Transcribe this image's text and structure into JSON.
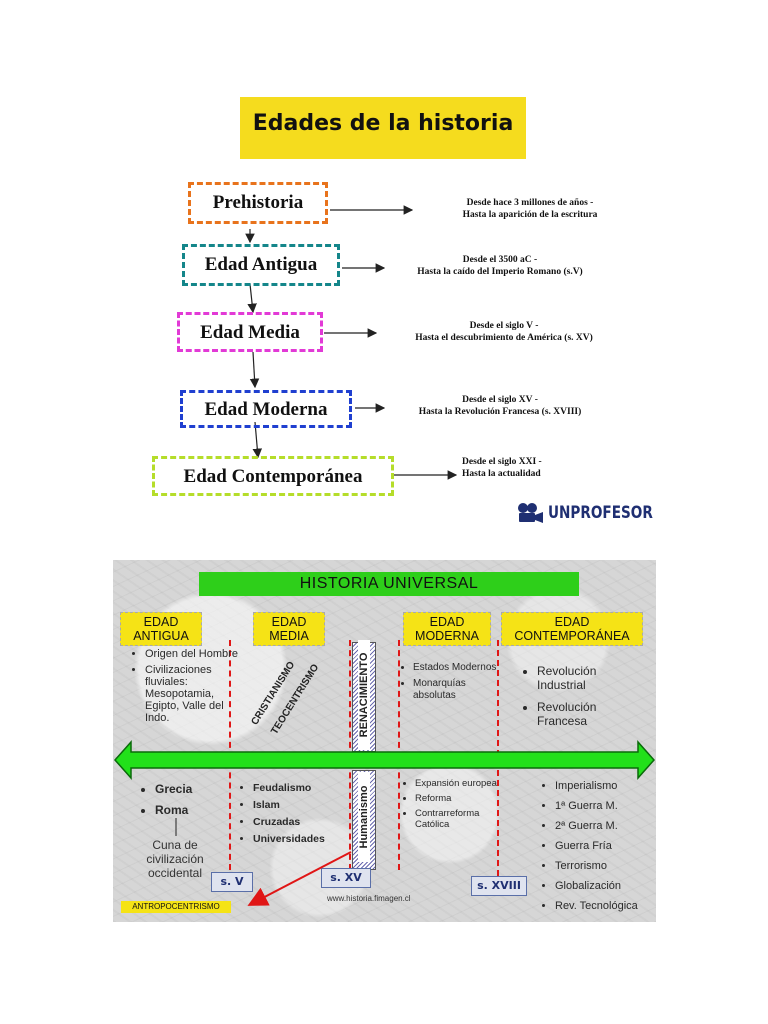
{
  "top": {
    "title": "Edades de la historia",
    "eras": [
      {
        "name": "Prehistoria",
        "color": "#e8731c",
        "line1": "Desde hace 3 millones de años -",
        "line2": "Hasta la aparición de la escritura"
      },
      {
        "name": "Edad Antigua",
        "color": "#14868a",
        "line1": "Desde el 3500 aC -",
        "line2": "Hasta la caído del Imperio Romano (s.V)"
      },
      {
        "name": "Edad Media",
        "color": "#e23ad6",
        "line1": "Desde el siglo V -",
        "line2": "Hasta el descubrimiento de América (s. XV)"
      },
      {
        "name": "Edad Moderna",
        "color": "#1f3fd0",
        "line1": "Desde el siglo XV -",
        "line2": "Hasta la Revolución Francesa (s. XVIII)"
      },
      {
        "name": "Edad Contemporánea",
        "color": "#b5dd2a",
        "line1": "Desde el siglo XXI -",
        "line2": "Hasta la actualidad"
      }
    ],
    "brand": "UNPROFESOR"
  },
  "bottom": {
    "title": "HISTORIA UNIVERSAL",
    "ages": [
      {
        "l1": "EDAD",
        "l2": "ANTIGUA"
      },
      {
        "l1": "EDAD",
        "l2": "MEDIA"
      },
      {
        "l1": "EDAD",
        "l2": "MODERNA"
      },
      {
        "l1": "EDAD",
        "l2": "CONTEMPORÁNEA"
      }
    ],
    "antigua_top": [
      "Origen del Hombre",
      "Civilizaciones fluviales: Mesopotamia, Egipto, Valle del Indo."
    ],
    "media_top": [
      "CRISTIANISMO",
      "TEOCENTRISMO"
    ],
    "renacimiento": "RENACIMIENTO",
    "moderna_top": [
      "Estados Modernos",
      "Monarquías absolutas"
    ],
    "contemporanea_top": [
      "Revolución Industrial",
      "Revolución Francesa"
    ],
    "antigua_bottom": [
      "Grecia",
      "Roma"
    ],
    "cuna": "Cuna de civilización occidental",
    "media_bottom": [
      "Feudalismo",
      "Islam",
      "Cruzadas",
      "Universidades"
    ],
    "humanismo": "Humanismo",
    "moderna_bottom": [
      "Expansión europea",
      "Reforma",
      "Contrarreforma Católica"
    ],
    "contemporanea_bottom": [
      "Imperialismo",
      "1ª Guerra M.",
      "2ª Guerra M.",
      "Guerra Fría",
      "Terrorismo",
      "Globalización",
      "Rev. Tecnológica"
    ],
    "centuries": [
      "s. V",
      "s. XV",
      "s. XVIII"
    ],
    "antropocentrismo": "ANTROPOCENTRISMO",
    "website": "www.historia.fimagen.cl"
  }
}
